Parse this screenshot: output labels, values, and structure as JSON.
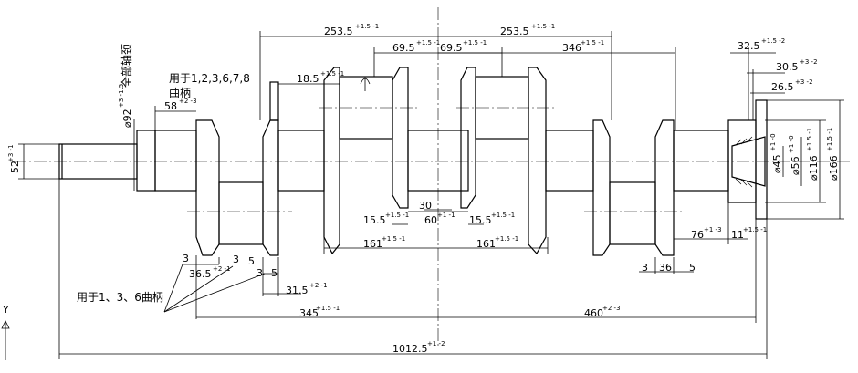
{
  "drawing": {
    "labels": {
      "d253_a": "253.5",
      "d253_a_tol": "+1.5 -1",
      "d253_b": "253.5",
      "d253_b_tol": "+1.5 -1",
      "d69_a": "69.5",
      "d69_a_tol": "+1.5 -1",
      "d69_b": "69.5",
      "d69_b_tol": "+1.5 -1",
      "d346": "346",
      "d346_tol": "+1.5 -1",
      "d32_5": "32.5",
      "d32_5_tol": "+1.5 -2",
      "d30_5": "30.5",
      "d30_5_tol": "+3 -2",
      "d26_5": "26.5",
      "d26_5_tol": "+3 -2",
      "d18_5": "18.5",
      "d18_5_tol": "+1.5 -1",
      "d58": "58",
      "d58_tol": "+2 -3",
      "d92": "⌀92",
      "d92_tol": "+3 -1.5",
      "d92_note": "全部轴颈",
      "note_crank1": "用于1,2,3,6,7,8",
      "note_crank2": "曲柄",
      "d52": "52",
      "d52_tol": "+3 -1",
      "d45": "⌀45",
      "d45_tol": "+1 -0",
      "d56": "⌀56",
      "d56_tol": "+1 -0",
      "d116": "⌀116",
      "d116_tol": "+1.5 -1",
      "d166": "⌀166",
      "d166_tol": "+1.5 -1",
      "d30": "30",
      "d15_5_a": "15.5",
      "d15_5_a_tol": "+1.5 -1",
      "d60": "60",
      "d60_tol": "+1 -1",
      "d15_5_b": "15.5",
      "d15_5_b_tol": "+1.5 -1",
      "d161_a": "161",
      "d161_a_tol": "+1.5 -1",
      "d161_b": "161",
      "d161_b_tol": "+1.5 -1",
      "d76": "76",
      "d76_tol": "+1 -3",
      "d11": "11",
      "d11_tol": "+1.5 -1",
      "d3_a": "3",
      "d36_5": "36.5",
      "d36_5_tol": "+2 -1",
      "d3_b": "3",
      "d5_a": "5",
      "d3_c": "3",
      "d5_b": "5",
      "d31_5": "31.5",
      "d31_5_tol": "+2 -1",
      "note_crank136": "用于1、3、6曲柄",
      "d3_d": "3",
      "d36": "36",
      "d5_c": "5",
      "d345": "345",
      "d345_tol": "+1.5 -1",
      "d460": "460",
      "d460_tol": "+2 -3",
      "d1012": "1012.5",
      "d1012_tol": "+1 -2",
      "axis_y": "Y"
    }
  }
}
